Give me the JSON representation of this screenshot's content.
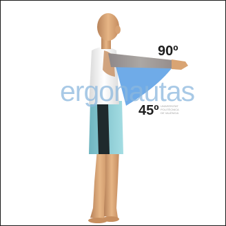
{
  "figure": {
    "labels": {
      "upper_angle": "90º",
      "lower_angle": "45º"
    },
    "watermark": {
      "name": "ergonautas",
      "institution_line1": "UNIVERSITAT",
      "institution_line2": "POLITÈCNICA",
      "institution_line3": "DE VALÈNCIA"
    },
    "colors": {
      "angle_sector": "#3f8fe0",
      "skin": "#e2b07a",
      "shirt": "#f2f2f2",
      "shorts_light": "#8fd0d8",
      "shorts_dark": "#1f2a2d",
      "watermark": "#8cb8de"
    }
  }
}
